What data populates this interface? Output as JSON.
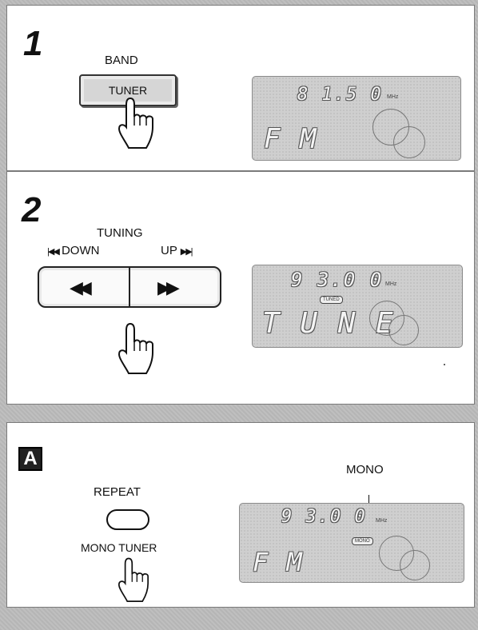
{
  "step1": {
    "number": "1",
    "band_label": "BAND",
    "button_label": "TUNER",
    "display": {
      "frequency": "8 1.5 0",
      "unit": "MHz",
      "mode_text": "F M"
    }
  },
  "step2": {
    "number": "2",
    "tuning_label": "TUNING",
    "down_label": "DOWN",
    "up_label": "UP",
    "down_icon": "◀◀",
    "up_icon": "▶▶",
    "display": {
      "frequency": "9 3.0 0",
      "unit": "MHz",
      "indicator": "TUNED",
      "mode_text": "T U N E"
    }
  },
  "stepA": {
    "letter": "A",
    "repeat_label": "REPEAT",
    "button_label": "MONO TUNER",
    "callout": "MONO",
    "display": {
      "frequency": "9 3.0 0",
      "unit": "MHz",
      "badge": "MONO",
      "mode_text": "F M"
    }
  }
}
